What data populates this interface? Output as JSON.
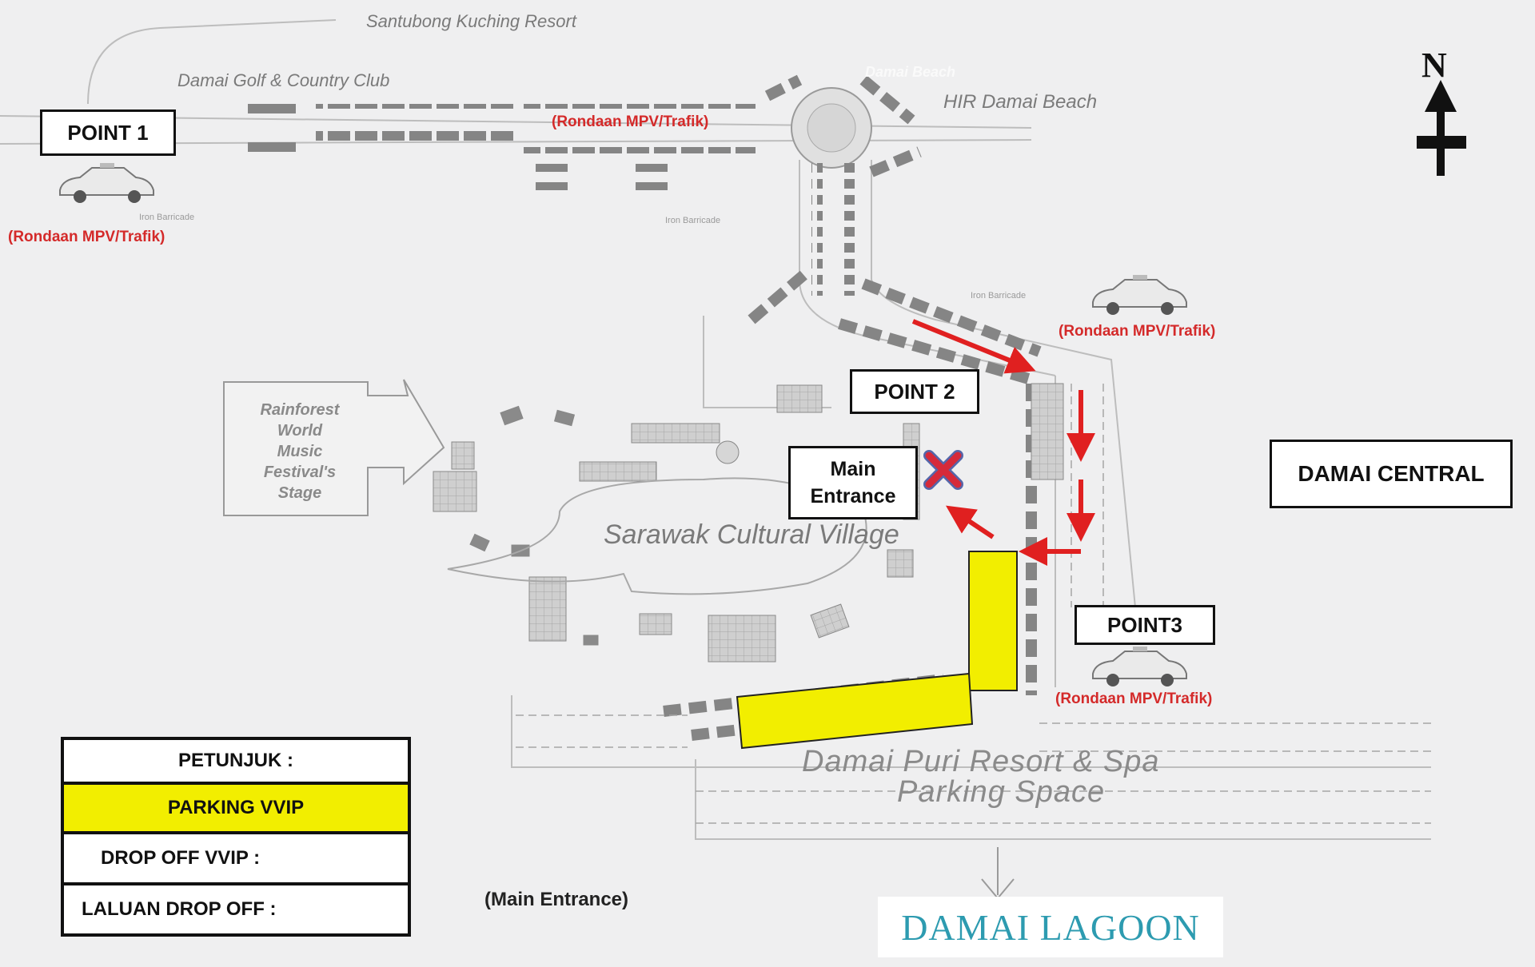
{
  "places": {
    "santubong": "Santubong Kuching Resort",
    "golf": "Damai Golf & Country Club",
    "damai_beach_resort": "Damai Beach",
    "hir_damai_beach": "HIR Damai Beach",
    "cultural_village": "Sarawak Cultural Village",
    "parking_space_line1": "Damai Puri Resort & Spa",
    "parking_space_line2": "Parking Space",
    "iron_barricade": "Iron Barricade",
    "rainforest_stage": [
      "Rainforest",
      "World",
      "Music",
      "Festival's",
      "Stage"
    ]
  },
  "boxes": {
    "point1": "POINT 1",
    "point2": "POINT 2",
    "point3": "POINT3",
    "main_entrance_line1": "Main",
    "main_entrance_line2": "Entrance",
    "damai_central": "DAMAI CENTRAL"
  },
  "patrol_label": "(Rondaan MPV/Trafik)",
  "main_entrance_note": "(Main Entrance)",
  "damai_lagoon": "DAMAI LAGOON",
  "north_label": "N",
  "legend": {
    "title": "PETUNJUK :",
    "parking_vvip": "PARKING VVIP",
    "drop_off_vvip": "DROP OFF VVIP :",
    "laluan_drop_off": "LALUAN DROP OFF :"
  },
  "icons": {
    "drop_off_marker": "x-mark-icon",
    "route": "red-arrow-icon",
    "patrol_car": "car-icon",
    "north": "north-arrow-icon"
  },
  "colors": {
    "parking_vvip": "#f2ee00",
    "route_arrow": "#e02020",
    "patrol_text": "#d42a2a",
    "drop_off_x": "#d62a3a",
    "lagoon_text": "#2d9bb0"
  }
}
